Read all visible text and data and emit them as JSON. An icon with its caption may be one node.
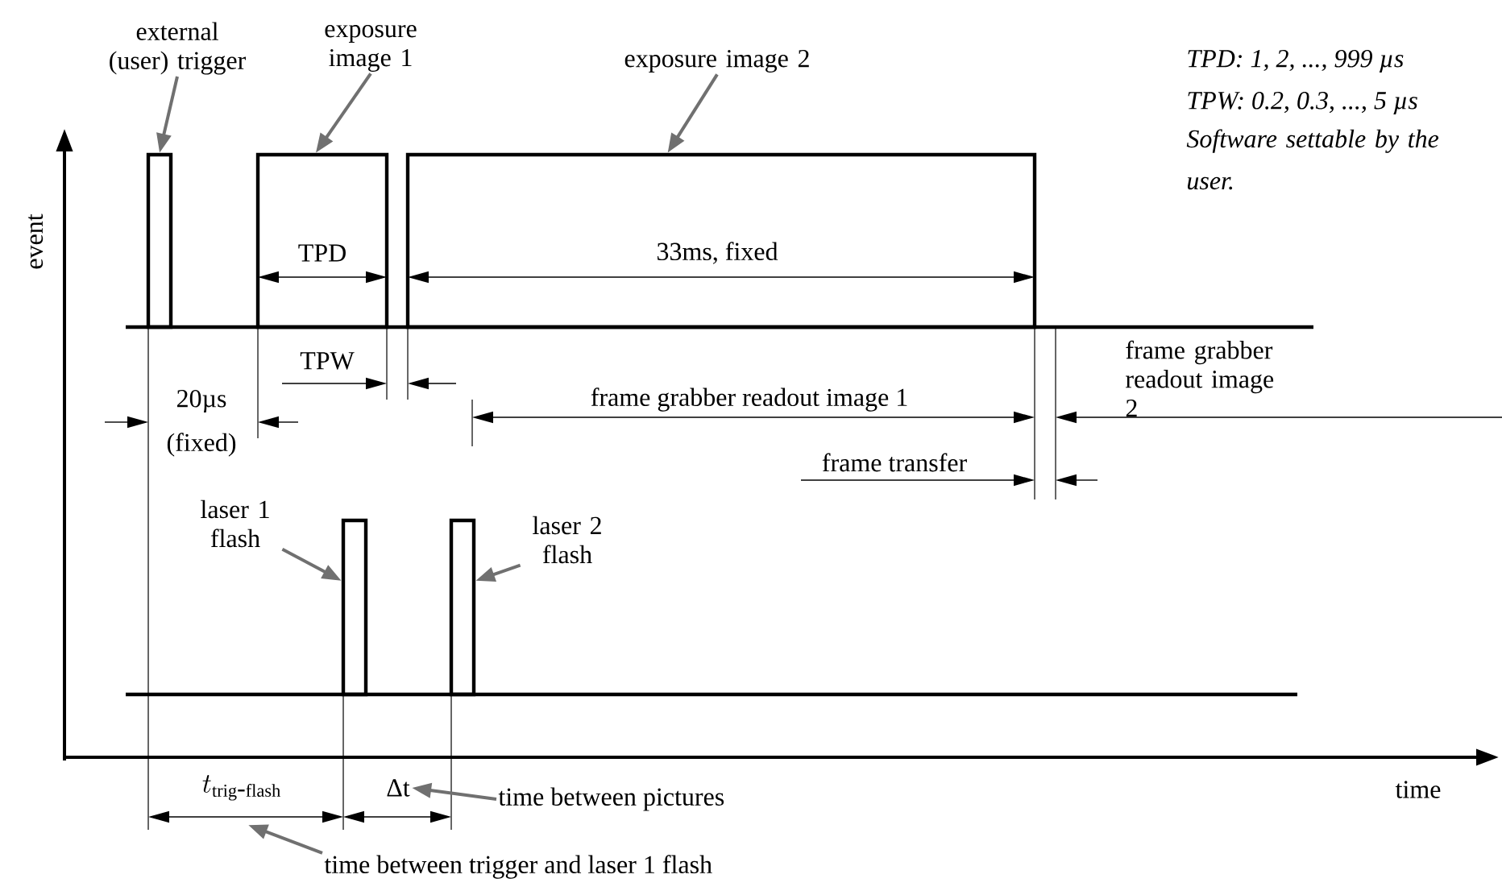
{
  "diagram": {
    "nodes": [
      {
        "text": [
          "external (user) trigger"
        ]
      },
      {
        "text": [],
        "shape": "box"
      },
      {
        "text": [
          "exposure image 1"
        ]
      },
      {
        "text": [],
        "shape": "box"
      },
      {
        "text": [
          "exposure image 2"
        ]
      },
      {
        "text": [],
        "shape": "box"
      },
      {
        "text": [
          "laser 1 flash"
        ]
      },
      {
        "text": [],
        "shape": "box"
      },
      {
        "text": [
          "laser 2 flash"
        ]
      },
      {
        "text": [],
        "shape": "box"
      },
      {
        "text": [
          "t_{\\mathrm{trig\\mbox{-}flash}}"
        ]
      },
      {
        "text": [
          "Δt"
        ]
      },
      {
        "text": [
          "time between pictures"
        ]
      },
      {
        "text": [
          "time between trigger and laser 1 flash"
        ]
      }
    ],
    "edges": [
      {
        "from": 0,
        "to": 1,
        "arrow": "to"
      },
      {
        "from": 2,
        "to": 3,
        "arrow": "to"
      },
      {
        "from": 4,
        "to": 5,
        "arrow": "to"
      },
      {
        "from": 6,
        "to": 7,
        "arrow": "to"
      },
      {
        "from": 8,
        "to": 9,
        "arrow": "to"
      },
      {
        "from": 12,
        "to": 11,
        "arrow": "to"
      },
      {
        "from": 13,
        "to": 10,
        "arrow": "to"
      }
    ],
    "labels": [
      "TPD: 1, 2, ..., 999 µs",
      "TPW: 0.2, 0.3, ..., 5 µs",
      "Software settable by the user.",
      "event",
      "TPD",
      "33ms, fixed",
      "TPW",
      "20µs",
      "(fixed)",
      "frame grabber readout image 1",
      "frame grabber readout image 2",
      "frame transfer",
      "time"
    ]
  }
}
